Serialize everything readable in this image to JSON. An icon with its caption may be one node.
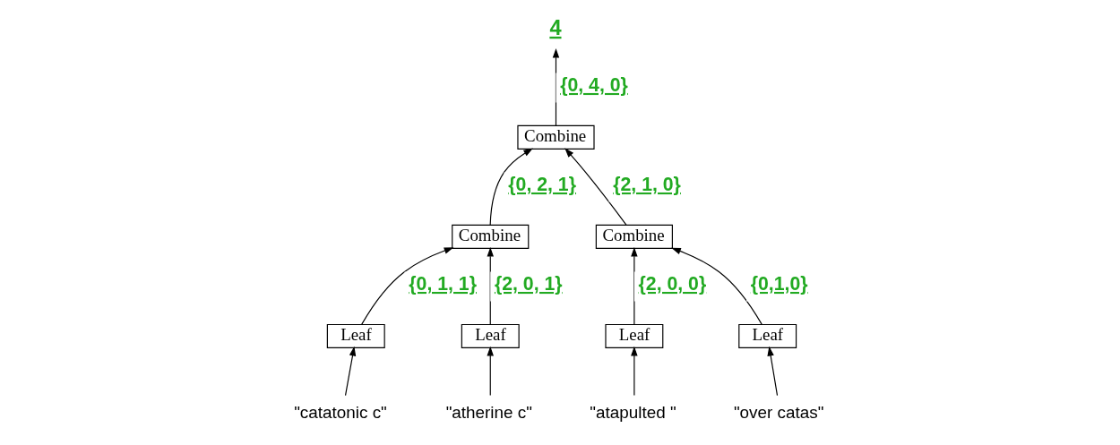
{
  "diagram": {
    "nodes": [
      {
        "text": [
          "4"
        ]
      },
      {
        "text": [
          "Combine"
        ]
      },
      {
        "text": [
          "Combine"
        ]
      },
      {
        "text": [
          "Combine"
        ]
      },
      {
        "text": [
          "Leaf"
        ]
      },
      {
        "text": [
          "Leaf"
        ]
      },
      {
        "text": [
          "Leaf"
        ]
      },
      {
        "text": [
          "Leaf"
        ]
      },
      {
        "text": [
          "\"catatonic c\""
        ]
      },
      {
        "text": [
          "\"atherine c\""
        ]
      },
      {
        "text": [
          "\"atapulted \""
        ]
      },
      {
        "text": [
          "\"over catas\""
        ]
      }
    ],
    "edges": [
      {
        "from": 1,
        "to": 0,
        "arrow": "to",
        "label": "{0, 4, 0}"
      },
      {
        "from": 2,
        "to": 1,
        "arrow": "to",
        "label": "{0, 2, 1}"
      },
      {
        "from": 3,
        "to": 1,
        "arrow": "to",
        "label": "{2, 1, 0}"
      },
      {
        "from": 4,
        "to": 2,
        "arrow": "to",
        "label": "{0, 1, 1}"
      },
      {
        "from": 5,
        "to": 2,
        "arrow": "to",
        "label": "{2, 0, 1}"
      },
      {
        "from": 6,
        "to": 3,
        "arrow": "to",
        "label": "{2, 0, 0}"
      },
      {
        "from": 7,
        "to": 3,
        "arrow": "to",
        "label": "{0,1,0}"
      },
      {
        "from": 8,
        "to": 4,
        "arrow": "to"
      },
      {
        "from": 9,
        "to": 5,
        "arrow": "to"
      },
      {
        "from": 10,
        "to": 6,
        "arrow": "to"
      },
      {
        "from": 11,
        "to": 7,
        "arrow": "to"
      }
    ]
  }
}
